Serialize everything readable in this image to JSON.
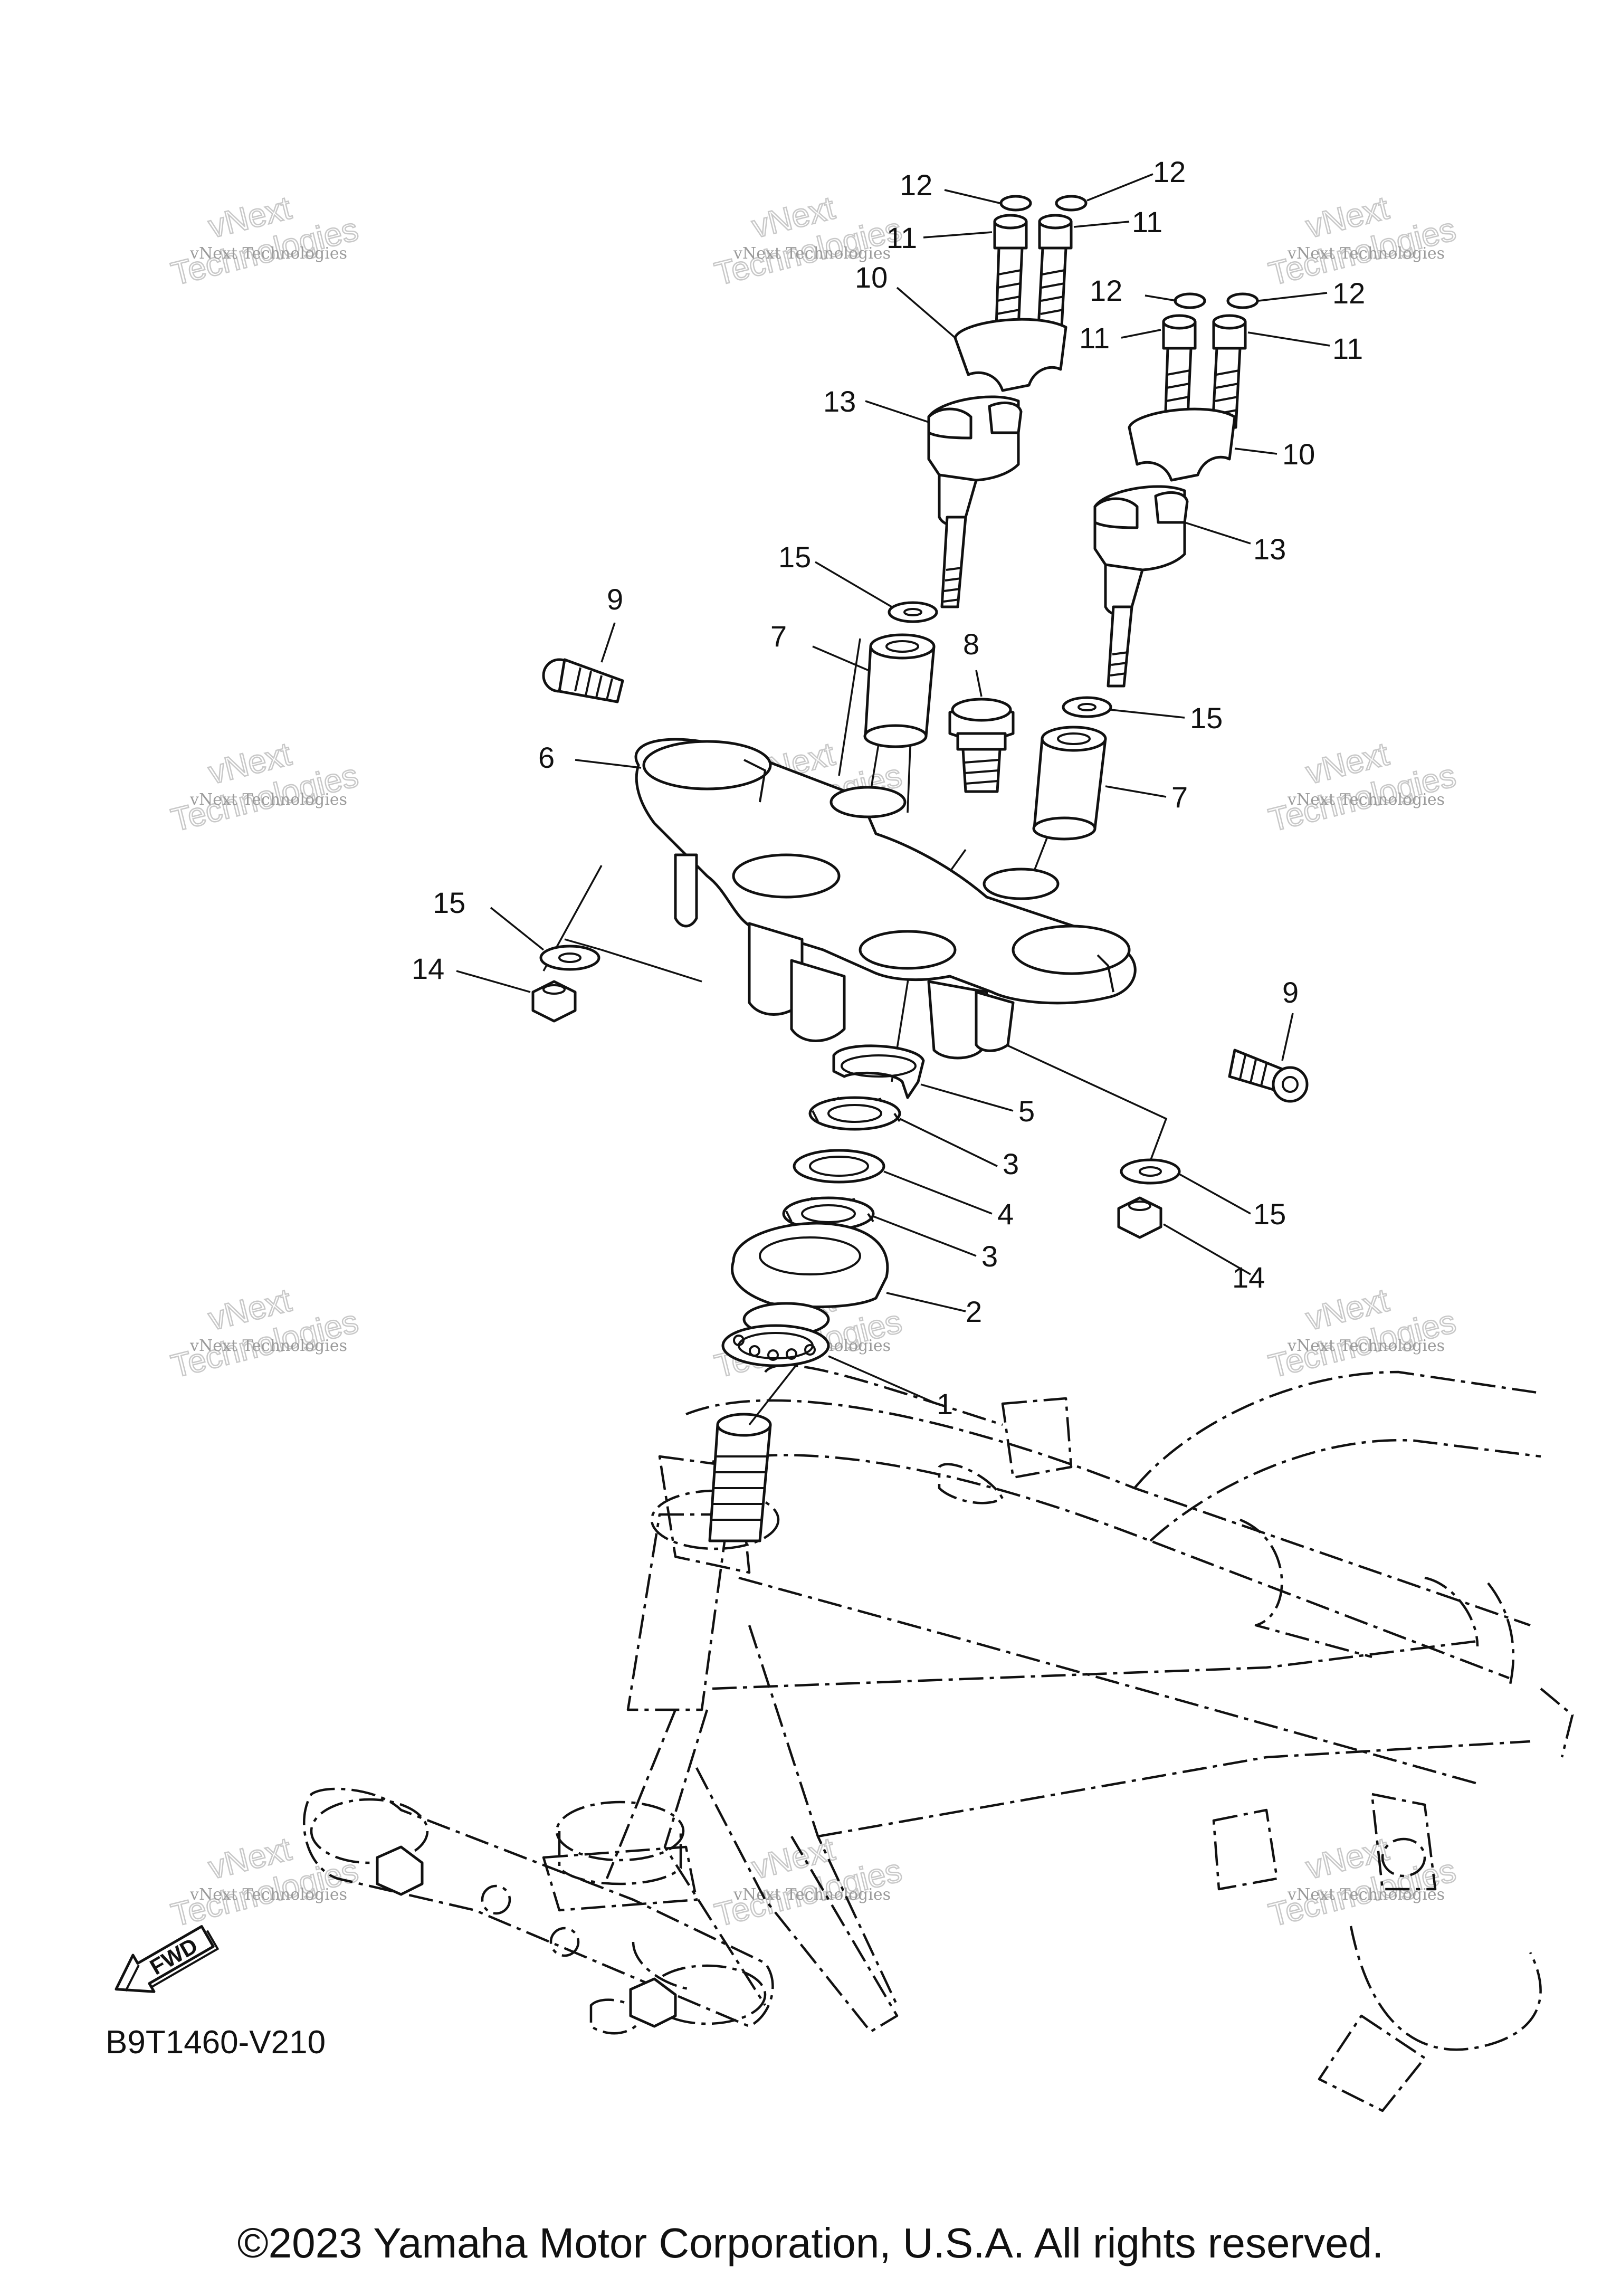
{
  "diagram": {
    "code": "B9T1460-V210",
    "copyright": "©2023 Yamaha Motor Corporation, U.S.A. All rights reserved.",
    "fwd_label": "FWD",
    "watermark": {
      "small": "vNext Technologies",
      "line1": "vNext",
      "line2": "Technologies"
    }
  },
  "callouts": {
    "c1": "1",
    "c2": "2",
    "c3a": "3",
    "c3b": "3",
    "c4": "4",
    "c5": "5",
    "c6": "6",
    "c7a": "7",
    "c7b": "7",
    "c8": "8",
    "c9a": "9",
    "c9b": "9",
    "c10a": "10",
    "c10b": "10",
    "c11a": "11",
    "c11b": "11",
    "c11c": "11",
    "c11d": "11",
    "c12a": "12",
    "c12b": "12",
    "c12c": "12",
    "c12d": "12",
    "c13a": "13",
    "c13b": "13",
    "c14a": "14",
    "c14b": "14",
    "c15a": "15",
    "c15b": "15",
    "c15c": "15",
    "c15d": "15"
  }
}
